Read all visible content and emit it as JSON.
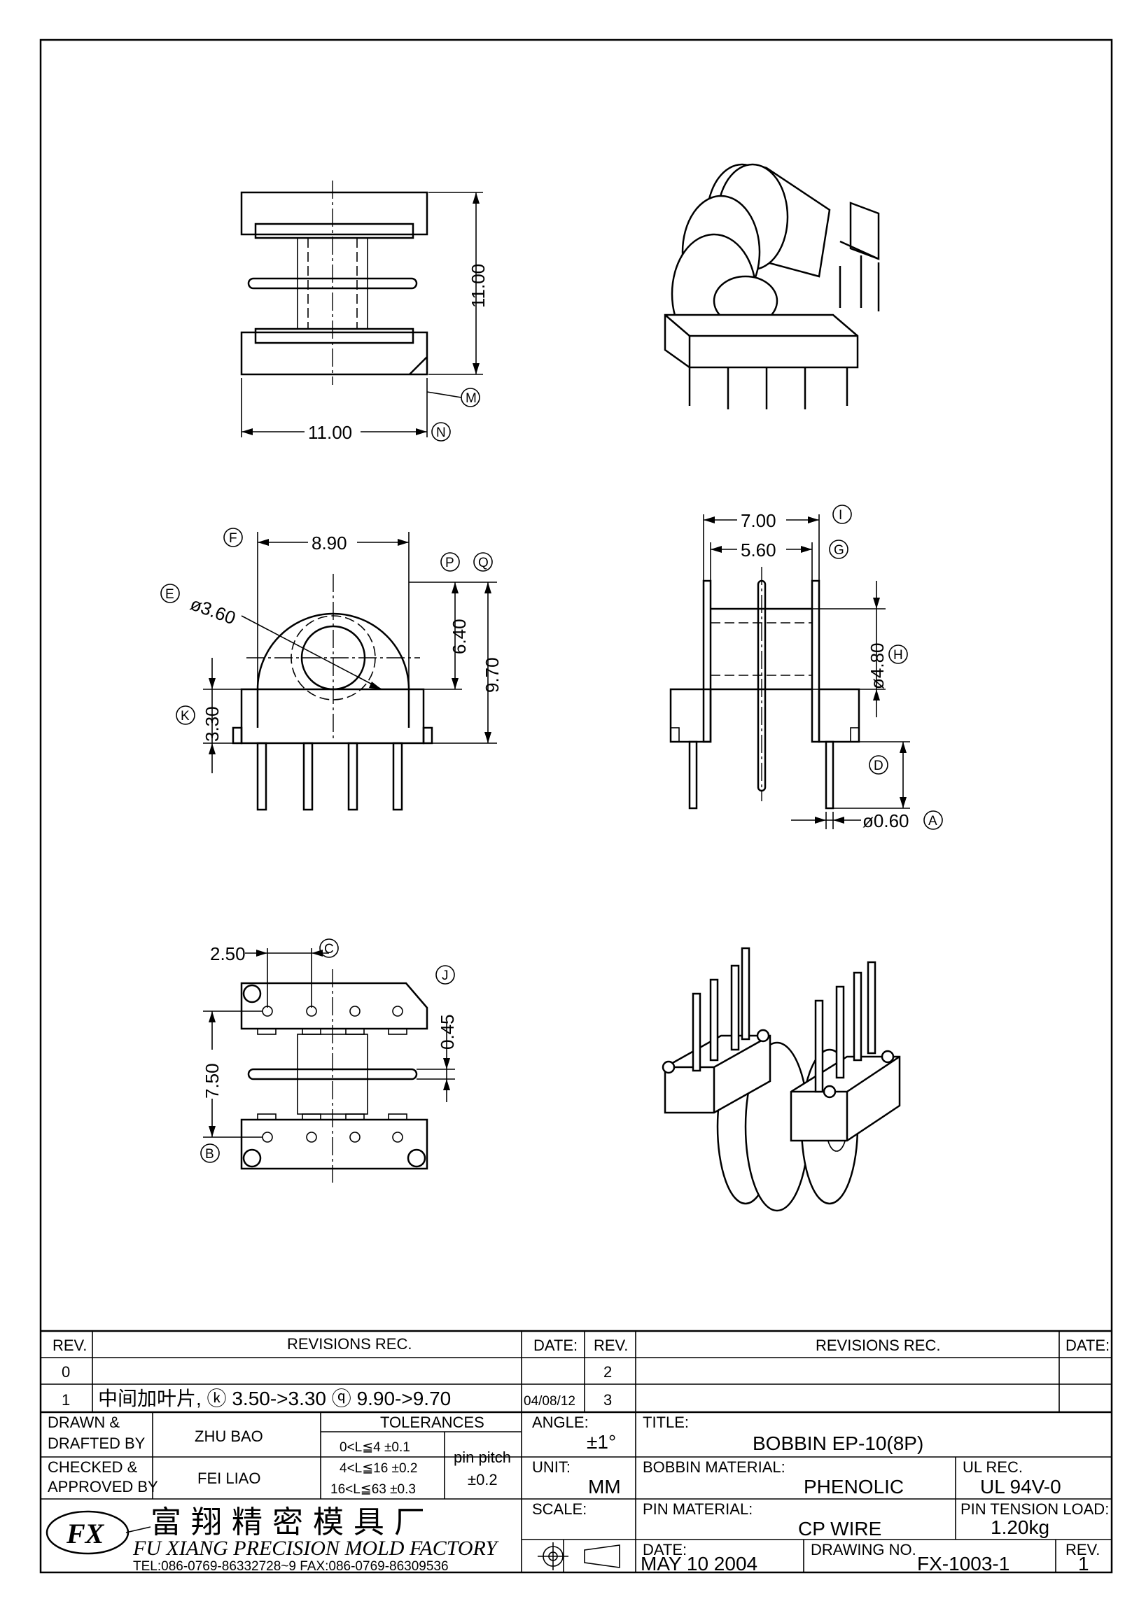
{
  "views": {
    "top": {
      "height": "11.00",
      "width": "11.00",
      "tag_m": "M",
      "tag_n": "N"
    },
    "front": {
      "width": "8.90",
      "dia": "ø3.60",
      "h1": "6.40",
      "h2": "9.70",
      "base": "3.30",
      "tag_e": "E",
      "tag_f": "F",
      "tag_k": "K",
      "tag_p": "P",
      "tag_q": "Q"
    },
    "side": {
      "w1": "7.00",
      "w2": "5.60",
      "dia": "ø4.80",
      "pin": "ø0.60",
      "tag_i": "I",
      "tag_g": "G",
      "tag_h": "H",
      "tag_d": "D",
      "tag_a": "A"
    },
    "bottom": {
      "pitch": "2.50",
      "spacing": "7.50",
      "gap": "0.45",
      "tag_c": "C",
      "tag_j": "J",
      "tag_b": "B"
    }
  },
  "revisions": {
    "h_rev": "REV.",
    "h_rec": "REVISIONS   REC.",
    "h_date": "DATE:",
    "h_rev2": "REV.",
    "h_rec2": "REVISIONS    REC.",
    "h_date2": "DATE:",
    "rows": [
      {
        "rev": "0",
        "rec": "",
        "date": "",
        "rev2": "2"
      },
      {
        "rev": "1",
        "rec": "中间加叶片, ⓚ 3.50->3.30  ⓠ 9.90->9.70",
        "date": "04/08/12",
        "rev2": "3"
      }
    ]
  },
  "title_block": {
    "drawn_label1": "DRAWN  &",
    "drawn_label2": "DRAFTED BY",
    "drawn_name": "ZHU   BAO",
    "checked_label1": "CHECKED  &",
    "checked_label2": "APPROVED  BY",
    "checked_name": "FEI LIAO",
    "tol_title": "TOLERANCES",
    "tol_rows": [
      "0<L≦4    ±0.1",
      "4<L≦16  ±0.2",
      "16<L≦63  ±0.3"
    ],
    "pitch_label": "pin  pitch",
    "pitch_value": "±0.2",
    "angle_label": "ANGLE:",
    "angle_value": "±1°",
    "unit_label": "UNIT:",
    "unit_value": "MM",
    "scale_label": "SCALE:",
    "title_label": "TITLE:",
    "title_value": "BOBBIN  EP-10(8P)",
    "bobbin_mat_label": "BOBBIN  MATERIAL:",
    "bobbin_mat_value": "PHENOLIC",
    "ul_label": "UL  REC.",
    "ul_value": "UL  94V-0",
    "pin_mat_label": "PIN  MATERIAL:",
    "pin_mat_value": "CP  WIRE",
    "tension_label": "PIN  TENSION  LOAD:",
    "tension_value": "1.20kg",
    "date_label": "DATE:",
    "date_value": "MAY  10    2004",
    "drawing_label": "DRAWING  NO.",
    "drawing_value": "FX-1003-1",
    "rev_label": "REV.",
    "rev_value": "1",
    "company_cn": "富 翔 精 密 模 具 厂",
    "company_en": "FU XIANG PRECISION   MOLD FACTORY",
    "contact": "TEL:086-0769-86332728~9   FAX:086-0769-86309536",
    "logo_text": "FX"
  }
}
